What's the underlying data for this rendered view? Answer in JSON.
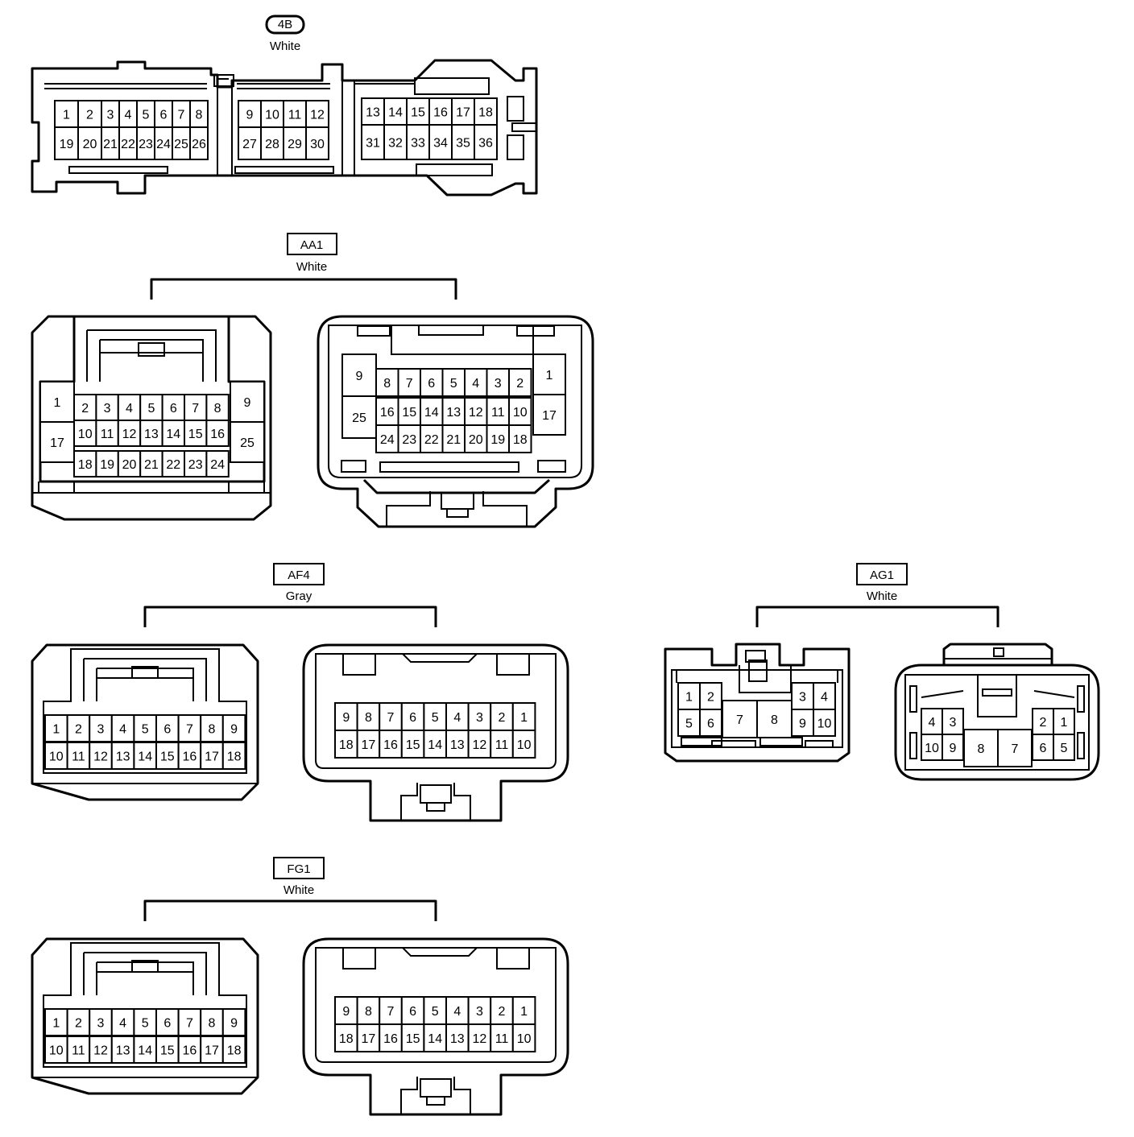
{
  "connectors": [
    {
      "id": "4B",
      "color": "White",
      "views": [
        {
          "rows": [
            [
              "1",
              "2",
              "3",
              "4",
              "5",
              "6",
              "7",
              "8"
            ],
            [
              "19",
              "20",
              "21",
              "22",
              "23",
              "24",
              "25",
              "26"
            ],
            [
              "9",
              "10",
              "11",
              "12"
            ],
            [
              "27",
              "28",
              "29",
              "30"
            ],
            [
              "13",
              "14",
              "15",
              "16",
              "17",
              "18"
            ],
            [
              "31",
              "32",
              "33",
              "34",
              "35",
              "36"
            ]
          ]
        }
      ]
    },
    {
      "id": "AA1",
      "color": "White",
      "views": [
        {
          "rows": [
            [
              "1",
              "17"
            ],
            [
              "2",
              "3",
              "4",
              "5",
              "6",
              "7",
              "8"
            ],
            [
              "10",
              "11",
              "12",
              "13",
              "14",
              "15",
              "16"
            ],
            [
              "18",
              "19",
              "20",
              "21",
              "22",
              "23",
              "24"
            ],
            [
              "9",
              "25"
            ]
          ]
        },
        {
          "rows": [
            [
              "9",
              "25"
            ],
            [
              "8",
              "7",
              "6",
              "5",
              "4",
              "3",
              "2"
            ],
            [
              "16",
              "15",
              "14",
              "13",
              "12",
              "11",
              "10"
            ],
            [
              "24",
              "23",
              "22",
              "21",
              "20",
              "19",
              "18"
            ],
            [
              "1",
              "17"
            ]
          ]
        }
      ]
    },
    {
      "id": "AF4",
      "color": "Gray",
      "views": [
        {
          "rows": [
            [
              "1",
              "2",
              "3",
              "4",
              "5",
              "6",
              "7",
              "8",
              "9"
            ],
            [
              "10",
              "11",
              "12",
              "13",
              "14",
              "15",
              "16",
              "17",
              "18"
            ]
          ]
        },
        {
          "rows": [
            [
              "9",
              "8",
              "7",
              "6",
              "5",
              "4",
              "3",
              "2",
              "1"
            ],
            [
              "18",
              "17",
              "16",
              "15",
              "14",
              "13",
              "12",
              "11",
              "10"
            ]
          ]
        }
      ]
    },
    {
      "id": "AG1",
      "color": "White",
      "views": [
        {
          "rows": [
            [
              "1",
              "2",
              "5",
              "6"
            ],
            [
              "7",
              "8"
            ],
            [
              "3",
              "4",
              "9",
              "10"
            ]
          ]
        },
        {
          "rows": [
            [
              "4",
              "3",
              "10",
              "9"
            ],
            [
              "8",
              "7"
            ],
            [
              "2",
              "1",
              "6",
              "5"
            ]
          ]
        }
      ]
    },
    {
      "id": "FG1",
      "color": "White",
      "views": [
        {
          "rows": [
            [
              "1",
              "2",
              "3",
              "4",
              "5",
              "6",
              "7",
              "8",
              "9"
            ],
            [
              "10",
              "11",
              "12",
              "13",
              "14",
              "15",
              "16",
              "17",
              "18"
            ]
          ]
        },
        {
          "rows": [
            [
              "9",
              "8",
              "7",
              "6",
              "5",
              "4",
              "3",
              "2",
              "1"
            ],
            [
              "18",
              "17",
              "16",
              "15",
              "14",
              "13",
              "12",
              "11",
              "10"
            ]
          ]
        }
      ]
    }
  ]
}
